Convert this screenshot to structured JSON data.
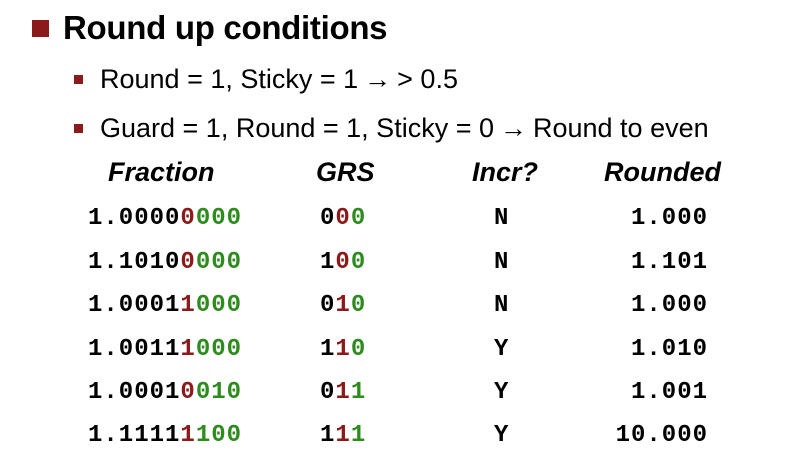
{
  "heading": "Round up conditions",
  "bullets": [
    {
      "before": "Round = 1, Sticky = 1",
      "arrow": "→",
      "after": "> 0.5"
    },
    {
      "before": "Guard = 1, Round = 1, Sticky = 0",
      "arrow": "→",
      "after": "Round to even"
    }
  ],
  "table": {
    "headers": {
      "fraction": "Fraction",
      "grs": "GRS",
      "incr": "Incr?",
      "rounded": "Rounded"
    },
    "rows": [
      {
        "fraction": {
          "lead": "1.0000",
          "g": "0",
          "t": "000"
        },
        "grs": {
          "g": "0",
          "r": "0",
          "s": "0"
        },
        "incr": "N",
        "rounded": "1.000"
      },
      {
        "fraction": {
          "lead": "1.1010",
          "g": "0",
          "t": "000"
        },
        "grs": {
          "g": "1",
          "r": "0",
          "s": "0"
        },
        "incr": "N",
        "rounded": "1.101"
      },
      {
        "fraction": {
          "lead": "1.0001",
          "g": "1",
          "t": "000"
        },
        "grs": {
          "g": "0",
          "r": "1",
          "s": "0"
        },
        "incr": "N",
        "rounded": "1.000"
      },
      {
        "fraction": {
          "lead": "1.0011",
          "g": "1",
          "t": "000"
        },
        "grs": {
          "g": "1",
          "r": "1",
          "s": "0"
        },
        "incr": "Y",
        "rounded": "1.010"
      },
      {
        "fraction": {
          "lead": "1.0001",
          "g": "0",
          "t": "010"
        },
        "grs": {
          "g": "0",
          "r": "1",
          "s": "1"
        },
        "incr": "Y",
        "rounded": "1.001"
      },
      {
        "fraction": {
          "lead": "1.1111",
          "g": "1",
          "t": "100"
        },
        "grs": {
          "g": "1",
          "r": "1",
          "s": "1"
        },
        "incr": "Y",
        "rounded": "10.000"
      }
    ]
  },
  "colors": {
    "accent": "#8b1a1a",
    "guard": "#8b1a1a",
    "tail": "#2e8b1e"
  }
}
